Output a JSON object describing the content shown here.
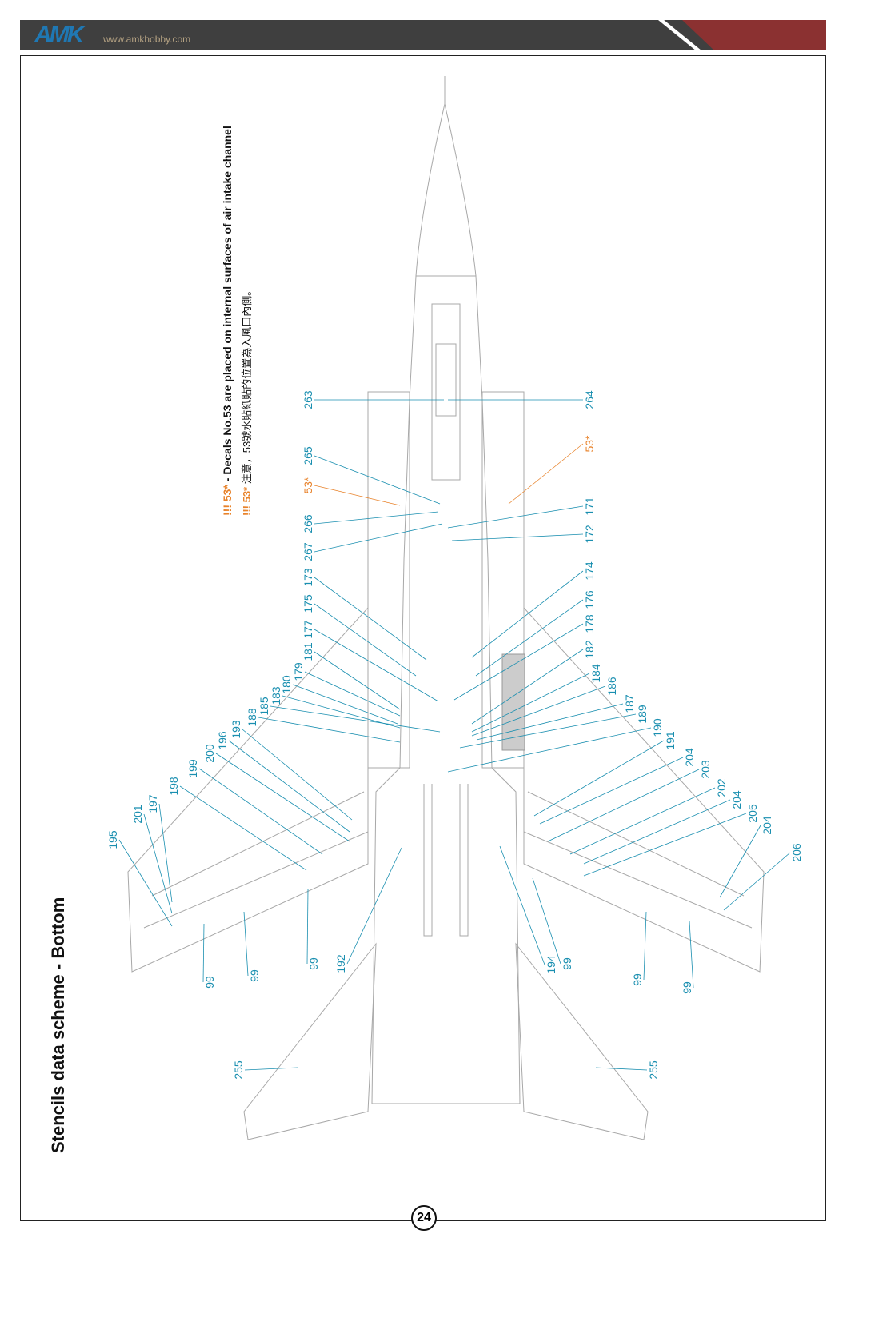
{
  "header": {
    "logo": "AMK",
    "website": "www.amkhobby.com",
    "colors": {
      "bar": "#3f3f3f",
      "accent": "#8b3131",
      "logo": "#1f78b4"
    }
  },
  "title": "Stencils data scheme - Bottom",
  "notes": [
    {
      "marker": "!!! 53*",
      "text": " - Decals No.53 are placed on internal surfaces of air intake channel"
    },
    {
      "marker": "!!! 53*",
      "text": " 注意，53號水貼紙貼的位置為入風口內側。"
    }
  ],
  "labels": [
    "263",
    "265",
    "53*",
    "266",
    "267",
    "173",
    "175",
    "177",
    "181",
    "179",
    "180",
    "183",
    "185",
    "188",
    "193",
    "196",
    "200",
    "199",
    "198",
    "197",
    "201",
    "195",
    "99",
    "99",
    "99",
    "192",
    "255",
    "264",
    "53*",
    "171",
    "172",
    "174",
    "176",
    "178",
    "182",
    "184",
    "186",
    "187",
    "189",
    "190",
    "191",
    "204",
    "203",
    "202",
    "204",
    "205",
    "204",
    "206",
    "194",
    "99",
    "99",
    "99",
    "255"
  ],
  "page_number": "24",
  "colors": {
    "callout": "#1a8fb0",
    "highlight": "#e8822a",
    "outline": "#9a9a9a"
  }
}
